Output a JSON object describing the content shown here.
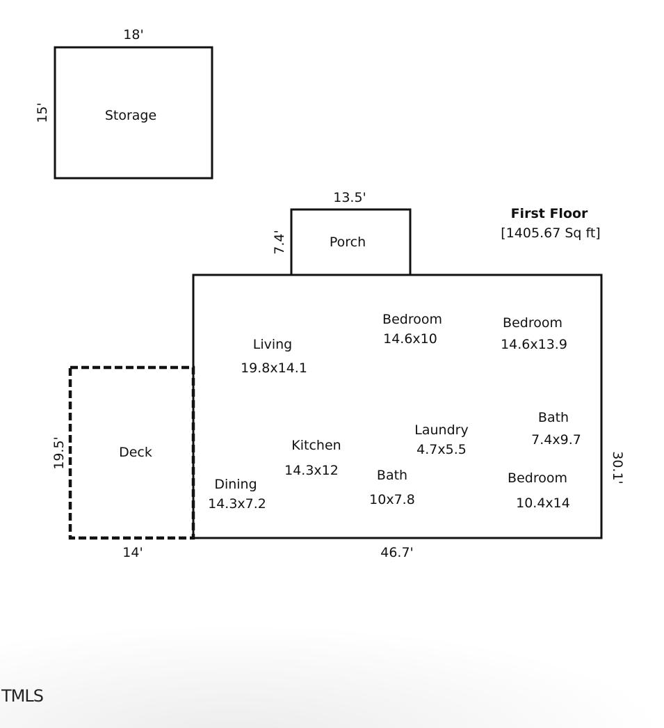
{
  "floor": {
    "title": "First Floor",
    "area": "[1405.67 Sq ft]"
  },
  "storage": {
    "label": "Storage",
    "width_label": "18'",
    "height_label": "15'"
  },
  "porch": {
    "label": "Porch",
    "width_label": "13.5'",
    "height_label": "7.4'"
  },
  "deck": {
    "label": "Deck",
    "width_label": "14'",
    "height_label": "19.5'"
  },
  "house": {
    "width_label": "46.7'",
    "height_label": "30.1'"
  },
  "rooms": [
    {
      "name": "Living",
      "size": "19.8x14.1"
    },
    {
      "name": "Bedroom",
      "size": "14.6x10"
    },
    {
      "name": "Bedroom",
      "size": "14.6x13.9"
    },
    {
      "name": "Kitchen",
      "size": "14.3x12"
    },
    {
      "name": "Laundry",
      "size": "4.7x5.5"
    },
    {
      "name": "Bath",
      "size": "7.4x9.7"
    },
    {
      "name": "Dining",
      "size": "14.3x7.2"
    },
    {
      "name": "Bath",
      "size": "10x7.8"
    },
    {
      "name": "Bedroom",
      "size": "10.4x14"
    }
  ],
  "watermark": "TMLS"
}
